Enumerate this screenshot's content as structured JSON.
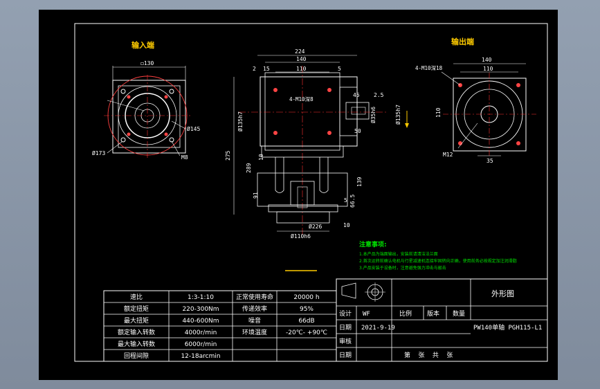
{
  "views": {
    "input_label": "输入端",
    "output_label": "输出端"
  },
  "dims": {
    "d130": "◻130",
    "d145": "Ø145",
    "d173": "Ø173",
    "m8": "M8",
    "d224": "224",
    "d140": "140",
    "d2_left": "2",
    "d15": "15",
    "d110": "110",
    "d5": "5",
    "mount_holes": "4-M10深8",
    "d45": "45",
    "d2_5": "2.5",
    "d50": "50",
    "d80": "Ø135h7",
    "d275": "275",
    "d289": "289",
    "d10": "10",
    "d91": "91",
    "d139": "139",
    "d5_right": "5",
    "d66": "66.5",
    "d10b": "10",
    "d265": "Ø226",
    "d110b": "Ø110h6",
    "d35": "Ø35h6",
    "d135": "Ø135h7",
    "out_holes": "4-M10深18",
    "out_140": "140",
    "out_110": "110",
    "out_side110": "110",
    "out_m12": "M12",
    "out_35": "35"
  },
  "notes": {
    "title": "注意事项:",
    "items": [
      "1.本产品为端面输出，安装前请清洁法兰面",
      "2.首次运转前确认电机与行星减速机连接牢固转向正确，使用前务必按规定加注润滑脂",
      "3.产品安装于设备时，注意避免强力冲击与敲击"
    ]
  },
  "spec_table": [
    [
      "速比",
      "1:3-1:10",
      "正常使用寿命",
      "20000 h"
    ],
    [
      "额定扭矩",
      "220-300Nm",
      "传递效率",
      "95%"
    ],
    [
      "最大扭矩",
      "440-600Nm",
      "噪音",
      "66dB"
    ],
    [
      "额定输入转数",
      "4000r/min",
      "环境温度",
      "-20℃- +90℃"
    ],
    [
      "最大输入转数",
      "6000r/min",
      "",
      ""
    ],
    [
      "回程间隙",
      "12-18arcmin",
      "",
      ""
    ]
  ],
  "title_block": {
    "drawing_title": "外形图",
    "design_label": "设计",
    "designer": "WF",
    "scale_label": "比例",
    "version_label": "版本",
    "qty_label": "数量",
    "date_label": "日期",
    "date_value": "2021-9-19",
    "model": "PW140单轴 PGH115-L1",
    "review_label": "审核",
    "date2_label": "日期",
    "sheet_text": "第    张    共    张"
  },
  "colors": {
    "frame": "#ffffff",
    "drawing": "#ffffff",
    "center": "#ff3030",
    "dim": "#ffffff",
    "note": "#00e000",
    "accent": "#ffcc00",
    "hatch": "#a0a0ff"
  }
}
